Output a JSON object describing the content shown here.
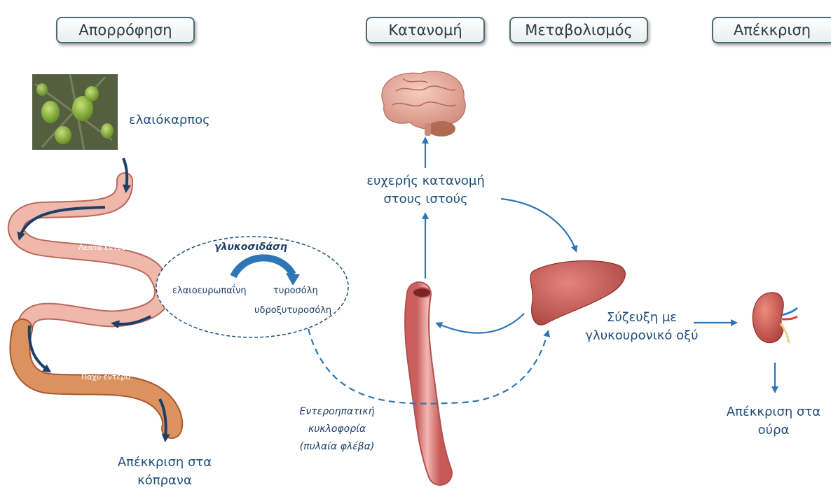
{
  "stages": {
    "absorption": "Απορρόφηση",
    "distribution": "Κατανομή",
    "metabolism": "Μεταβολισμός",
    "excretion": "Απέκκριση"
  },
  "labels": {
    "olive_fruit": "ελαιόκαρπος",
    "small_intestine": "Λεπτό έντερο",
    "large_intestine": "Παχύ έντερο",
    "fecal_excretion_1": "Απέκκριση στα",
    "fecal_excretion_2": "κόπρανα",
    "glucosidase": "γλυκοσιδάση",
    "oleuropein": "ελαιοευρωπαΐνη",
    "tyrosol": "τυροσόλη",
    "hydroxytyrosol": "υδροξυτυροσόλη",
    "enterohepatic_1": "Εντεροηπατική",
    "enterohepatic_2": "κυκλοφορία",
    "portal_vein": "(πυλαία φλέβα)",
    "tissue_distribution_1": "ευχερής κατανομή",
    "tissue_distribution_2": "στους ιστούς",
    "conjugation_1": "Σύζευξη με",
    "conjugation_2": "γλυκουρονικό οξύ",
    "urine_excretion_1": "Απέκκριση στα",
    "urine_excretion_2": "ούρα"
  },
  "colors": {
    "arrow": "#2e75b6",
    "text": "#1f4e79",
    "intestine": "#e8a59a",
    "colon": "#d9895c",
    "vein": "#d97a78",
    "liver": "#c65b56",
    "brain": "#e2a294",
    "kidney": "#c9504a",
    "olive": "#8fb23a"
  },
  "icons": [
    "olive-fruit-image",
    "brain-icon",
    "liver-icon",
    "kidney-icon",
    "intestine-illustration",
    "vein-illustration"
  ]
}
